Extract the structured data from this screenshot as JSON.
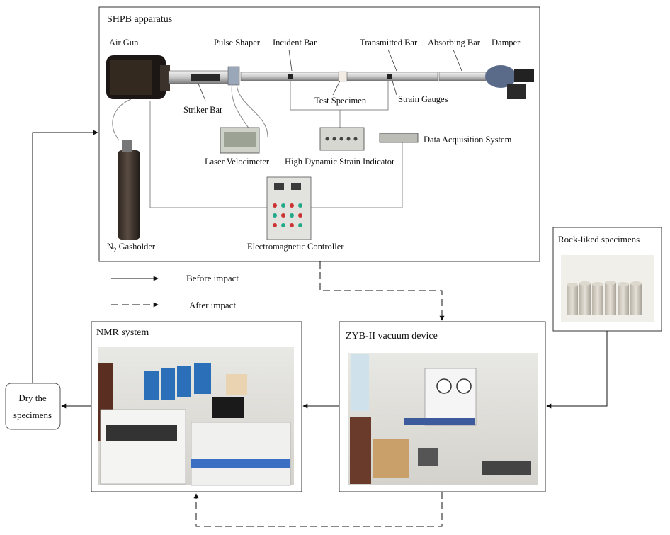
{
  "shpb": {
    "title": "SHPB apparatus",
    "air_gun": "Air Gun",
    "pulse_shaper": "Pulse Shaper",
    "incident_bar": "Incident Bar",
    "transmitted_bar": "Transmitted Bar",
    "absorbing_bar": "Absorbing Bar",
    "damper": "Damper",
    "striker_bar": "Striker Bar",
    "test_specimen": "Test Specimen",
    "strain_gauges": "Strain Gauges",
    "laser_velocimeter": "Laser Velocimeter",
    "strain_indicator": "High Dynamic Strain Indicator",
    "data_acquisition": "Data Acquisition System",
    "gasholder_prefix": "N",
    "gasholder_sub": "2",
    "gasholder_suffix": " Gasholder",
    "controller": "Electromagnetic Controller"
  },
  "legend": {
    "before": "Before impact",
    "after": "After impact"
  },
  "rock": {
    "title": "Rock-liked specimens"
  },
  "nmr": {
    "title": "NMR system"
  },
  "vacuum": {
    "title": "ZYB-II vacuum device"
  },
  "dry": {
    "line1": "Dry the",
    "line2": "specimens"
  }
}
